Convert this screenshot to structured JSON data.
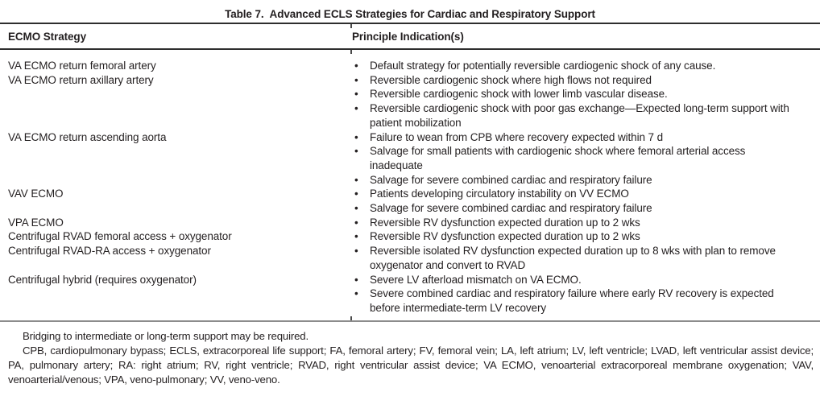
{
  "table": {
    "label": "Table 7.",
    "title": "Advanced ECLS Strategies for Cardiac and Respiratory Support",
    "columns": [
      "ECMO Strategy",
      "Principle Indication(s)"
    ],
    "rows": [
      {
        "strategy": "VA ECMO return femoral artery",
        "indications": [
          "Default strategy for potentially reversible cardiogenic shock of any cause."
        ]
      },
      {
        "strategy": "VA ECMO return axillary artery",
        "indications": [
          "Reversible cardiogenic shock where high flows not required",
          "Reversible cardiogenic shock with lower limb vascular disease.",
          "Reversible cardiogenic shock with poor gas exchange—Expected long-term support with patient mobilization"
        ]
      },
      {
        "strategy": "VA ECMO return ascending aorta",
        "indications": [
          "Failure to wean from CPB where recovery expected within 7 d",
          "Salvage for small patients with cardiogenic shock where femoral arterial access inadequate",
          "Salvage for severe combined cardiac and respiratory failure"
        ]
      },
      {
        "strategy": "VAV ECMO",
        "indications": [
          "Patients developing circulatory instability on VV ECMO",
          "Salvage for severe combined cardiac and respiratory failure"
        ]
      },
      {
        "strategy": "VPA ECMO",
        "indications": [
          "Reversible RV dysfunction expected duration up to 2 wks"
        ]
      },
      {
        "strategy": "Centrifugal RVAD femoral access + oxygenator",
        "indications": [
          "Reversible RV dysfunction expected duration up to 2 wks"
        ]
      },
      {
        "strategy": "Centrifugal RVAD-RA access + oxygenator",
        "indications": [
          "Reversible isolated RV dysfunction expected duration up to 8 wks with plan to remove oxygenator and convert to RVAD"
        ]
      },
      {
        "strategy": "Centrifugal hybrid (requires oxygenator)",
        "indications": [
          "Severe LV afterload mismatch on VA ECMO.",
          "Severe combined cardiac and respiratory failure where early RV recovery is expected before intermediate-term LV recovery"
        ]
      }
    ],
    "footnotes": [
      "Bridging to intermediate or long-term support may be required.",
      "CPB, cardiopulmonary bypass; ECLS, extracorporeal life support; FA, femoral artery; FV, femoral vein; LA, left atrium; LV, left ventricle; LVAD, left ventricular assist device; PA, pulmonary artery; RA: right atrium; RV, right ventricle; RVAD, right ventricular assist device; VA ECMO, venoarterial extracorporeal membrane oxygenation; VAV, venoarterial/venous; VPA, veno-pulmonary; VV, veno-veno."
    ]
  },
  "colors": {
    "background": "#ffffff",
    "text": "#231f20",
    "rule_heavy": "#2e2e2e",
    "rule_light": "#8c8c8c"
  }
}
